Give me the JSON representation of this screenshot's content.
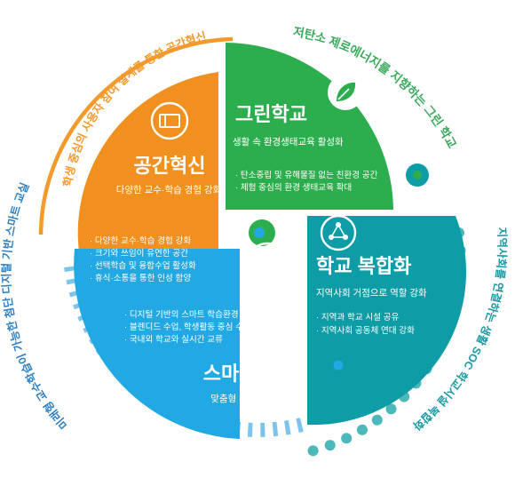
{
  "colors": {
    "orange": "#F0901E",
    "green": "#2DAE4E",
    "sky": "#22A8E2",
    "teal": "#0E9DA6",
    "orange_arc": "#F39A2C",
    "green_text": "#3AA85A",
    "teal_text": "#1A98A4",
    "blue_text": "#2D7FC1",
    "blue_dash": "#7CC4EC",
    "teal_dot": "#4DB8BA"
  },
  "outer": {
    "space_arc_text": "학생 중심의 사용자 참여 설계를 통한 공간혁신",
    "green_arc_text": "저탄소 제로에너지를 지향하는 그린 학교",
    "smart_arc_text": "미래형 교수학습이 가능한 첨단 디지털 기반 스마트 교실",
    "complex_arc_text": "지역사회를 연결하는 생활 SOC 학교시설 복합화"
  },
  "quadrants": {
    "space": {
      "icon": "book-icon",
      "title": "공간혁신",
      "subtitle": "다양한 교수·학습 경험 강화",
      "bullets": [
        "· 다양한 교수·학습 경험 강화",
        "· 크기와 쓰임이 유연한 공간",
        "· 선택학습 및 융합수업 활성화",
        "· 휴식·소통을 통한 인성 함양"
      ]
    },
    "green": {
      "icon": "leaf-icon",
      "title": "그린학교",
      "subtitle": "생활 속 환경생태교육 활성화",
      "bullets": [
        "· 탄소중립 및 유해물질 없는 친환경 공간",
        "· 체험 중심의 환경 생태교육 확대"
      ]
    },
    "smart": {
      "icon": "brain-head-icon",
      "title": "스마트교실",
      "subtitle": "맞춤형 개별학습 확대",
      "bullets": [
        "· 디지털 기반의 스마트 학습환경",
        "· 블렌디드 수업, 학생활동 중심 수업 확대",
        "· 국내외 학교와 실시간 교류"
      ]
    },
    "complex": {
      "icon": "community-icon",
      "title": "학교 복합화",
      "subtitle": "지역사회 거점으로 역할 강화",
      "bullets": [
        "· 지역과 학교 시설 공유",
        "· 지역사회 공동체 연대 강화"
      ]
    }
  }
}
